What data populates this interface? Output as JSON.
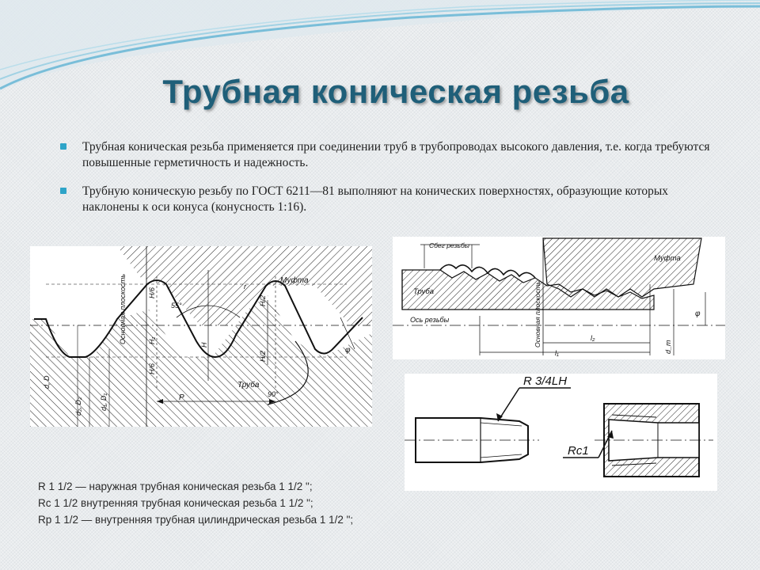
{
  "title": "Трубная коническая резьба",
  "bullets": [
    "Трубная коническая резьба применяется при соединении труб в трубопроводах высокого давления, т.е. когда требуются повышенные герметичность и надежность.",
    "Трубную коническую резьбу по ГОСТ 6211—81 выполняют на конических поверхностях, образующие которых наклонены к оси конуса (конусность 1:16)."
  ],
  "figure_left": {
    "labels": {
      "mufta": "Муфта",
      "truba": "Труба",
      "osnovnaya_ploskost": "Основная плоскость",
      "h6_top": "H/6",
      "h6_bottom": "H/6",
      "h2_right": "H/2",
      "h2_bottom": "H/2",
      "h": "H",
      "h1": "H₁",
      "angle_55": "55°",
      "angle_90": "90°",
      "r": "r",
      "phi": "φ",
      "p": "P",
      "d_d": "d, D",
      "d2_d2": "d₂, D₂",
      "d1_d1": "d₁, D₁"
    }
  },
  "figure_right_top": {
    "labels": {
      "sbeg": "Сбег резьбы",
      "mufta": "Муфта",
      "truba": "Труба",
      "os_rezby": "Ось резьбы",
      "osnovnaya_ploskost": "Основная плоскость",
      "l1": "l₁",
      "l2": "l₂",
      "dt": "d_т",
      "phi": "φ"
    }
  },
  "figure_right_bottom": {
    "labels": {
      "ext": "R 3/4LH",
      "int": "Rc1"
    }
  },
  "notes": [
    "R 1 1/2 — наружная трубная коническая резьба 1 1/2 \";",
    "Rc  1 1/2 внутренняя трубная коническая резьба 1 1/2 \";",
    "Rp 1 1/2 — внутренняя трубная цилиндрическая резьба 1 1/2 \";"
  ],
  "colors": {
    "title": "#1f5f79",
    "bullet": "#2ea4c8",
    "wave": "#5fb3d3"
  }
}
